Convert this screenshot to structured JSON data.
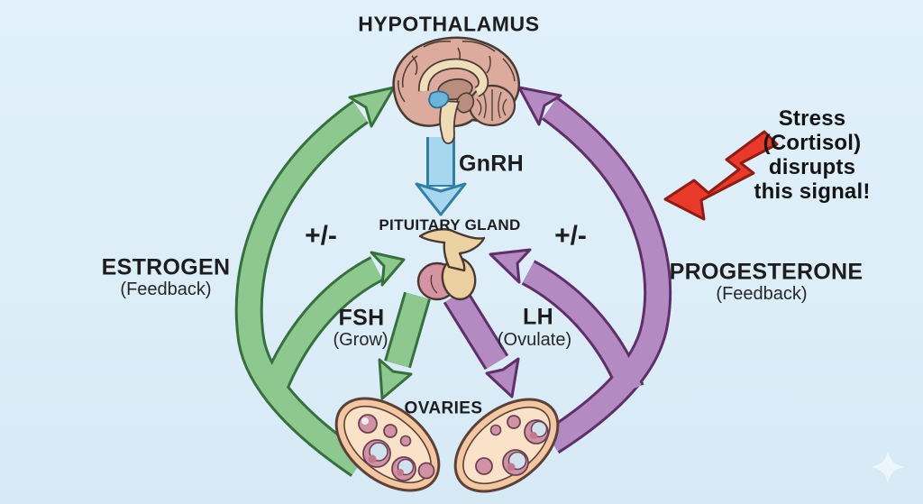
{
  "diagram": {
    "title": "HYPOTHALAMUS",
    "nodes": {
      "hypothalamus": "HYPOTHALAMUS",
      "pituitary": "PITUITARY GLAND",
      "ovaries": "OVARIES"
    },
    "hormones": {
      "gnrh": "GnRH",
      "fsh": "FSH",
      "fsh_note": "(Grow)",
      "lh": "LH",
      "lh_note": "(Ovulate)",
      "estrogen": "ESTROGEN",
      "estrogen_note": "(Feedback)",
      "progesterone": "PROGESTERONE",
      "progesterone_note": "(Feedback)"
    },
    "modulation": {
      "left": "+/-",
      "right": "+/-"
    },
    "stress_callout": {
      "line1": "Stress",
      "line2": "(Cortisol)",
      "line3": "disrupts",
      "line4": "this signal!"
    },
    "colors": {
      "background": "#ddeef8",
      "gonadotropin_green": "#8dc88e",
      "green_outline": "#37703f",
      "feedback_purple": "#b48ac2",
      "purple_outline": "#5e2f68",
      "gnrh_blue": "#a6d7ee",
      "blue_outline": "#2f7fa6",
      "stress_red": "#e8392b",
      "stress_red_outline": "#8f1d14",
      "text": "#1d1d1f"
    }
  }
}
